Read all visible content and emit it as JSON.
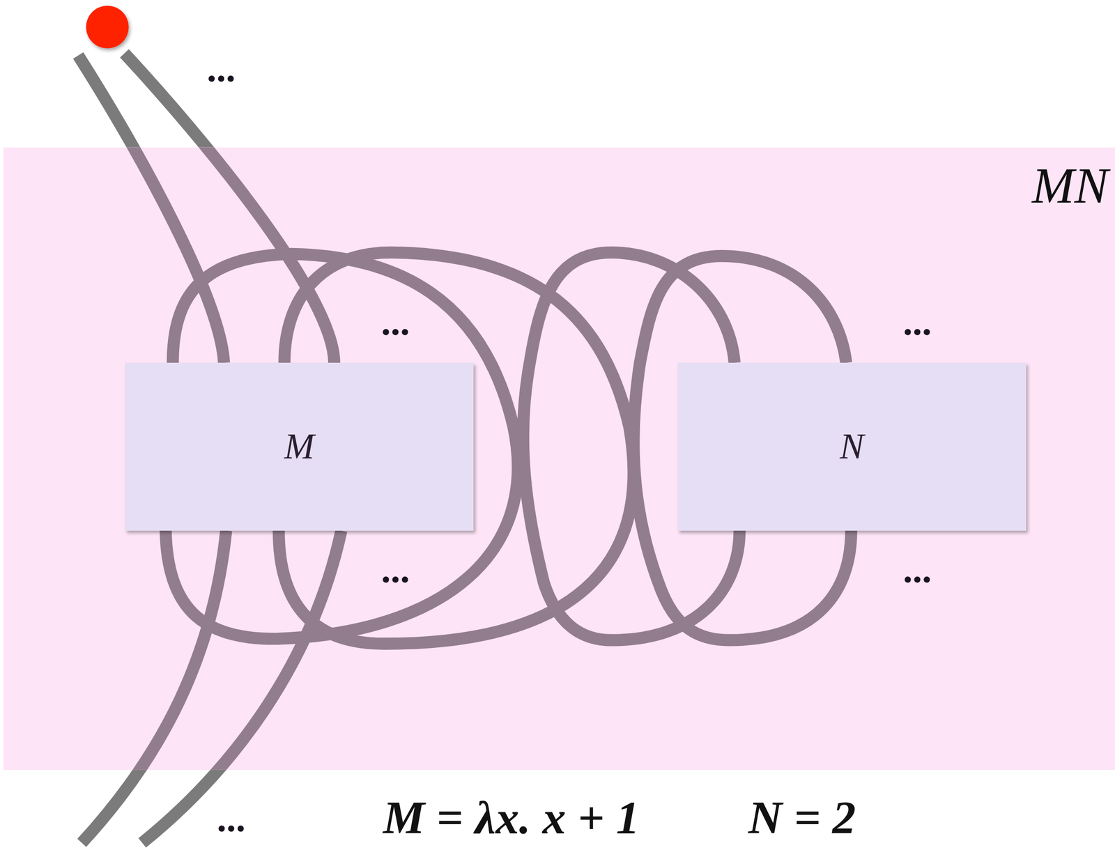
{
  "diagram": {
    "nodes": [
      {
        "text": [
          "MN"
        ]
      },
      {
        "text": [
          "M"
        ],
        "in": 0
      },
      {
        "text": [
          "N"
        ],
        "in": 0
      }
    ],
    "labels": [
      "...",
      "...",
      "...",
      "...",
      "...",
      "...",
      "M = λx. x + 1",
      "N = 2"
    ]
  }
}
